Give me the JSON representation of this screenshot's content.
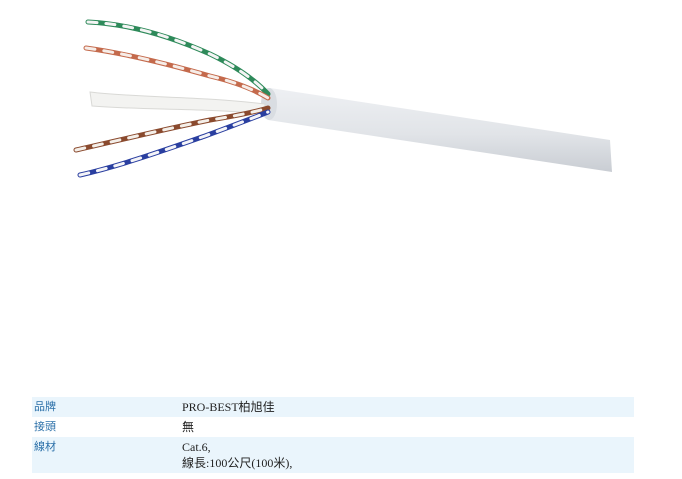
{
  "product_image": {
    "icon": "cat6-cable-image",
    "colors": {
      "jacket": "#e3e6ea",
      "green": "#2e8a5a",
      "orange": "#c46a4c",
      "brown": "#8a4a2e",
      "blue": "#2a3fa0",
      "white": "#f4f4f4"
    }
  },
  "specs": [
    {
      "label": "品牌",
      "values": [
        "PRO-BEST柏旭佳"
      ]
    },
    {
      "label": "接頭",
      "values": [
        "無"
      ]
    },
    {
      "label": "線材",
      "values": [
        "Cat.6,",
        "線長:100公尺(100米),"
      ]
    }
  ],
  "colors": {
    "label": "#2a6fa8",
    "row_alt_bg": "#eaf5fc"
  }
}
